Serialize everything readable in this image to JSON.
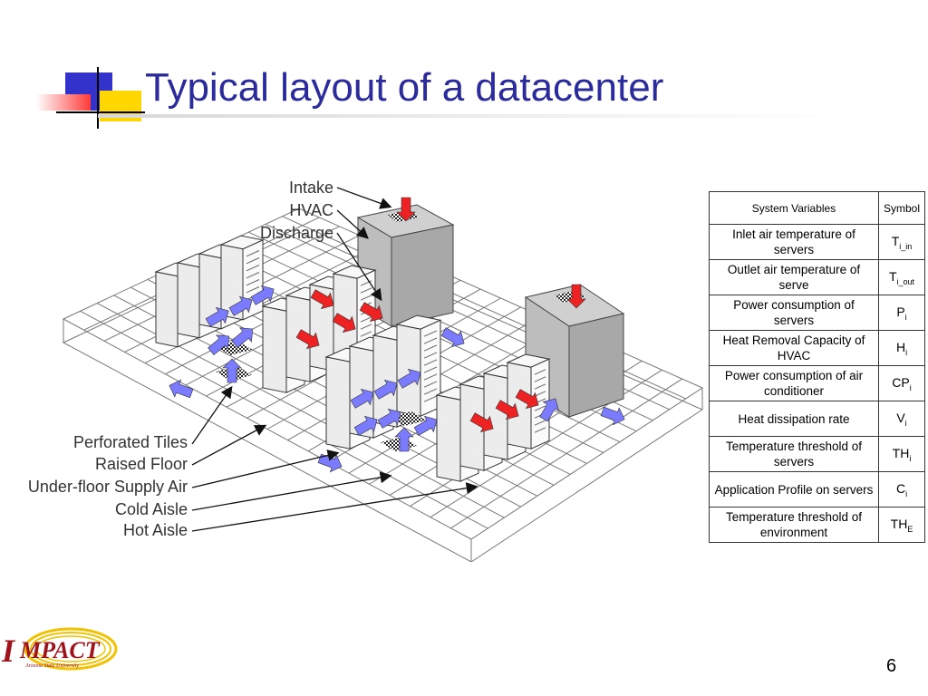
{
  "slide": {
    "title": "Typical layout of a datacenter",
    "page_number": "6"
  },
  "diagram": {
    "labels": {
      "intake": "Intake",
      "hvac": "HVAC",
      "discharge": "Discharge",
      "perforated_tiles": "Perforated Tiles",
      "raised_floor": "Raised Floor",
      "underfloor_supply_air": "Under-floor Supply Air",
      "cold_aisle": "Cold Aisle",
      "hot_aisle": "Hot Aisle"
    },
    "colors": {
      "cool_air": "#7b7bff",
      "hot_air": "#ee2222",
      "hvac_unit": "#b3b3b3",
      "rack": "#f4f4f4"
    }
  },
  "table": {
    "headers": [
      "System Variables",
      "Symbol"
    ],
    "rows": [
      {
        "variable": "Inlet air temperature of servers",
        "symbol": "T",
        "sub": "i_in"
      },
      {
        "variable": "Outlet air temperature of serve",
        "symbol": "T",
        "sub": "i_out"
      },
      {
        "variable": "Power consumption of servers",
        "symbol": "P",
        "sub": "i"
      },
      {
        "variable": "Heat Removal Capacity of HVAC",
        "symbol": "H",
        "sub": "i"
      },
      {
        "variable": "Power consumption of air conditioner",
        "symbol": "CP",
        "sub": "i"
      },
      {
        "variable": "Heat dissipation rate",
        "symbol": "V",
        "sub": "i"
      },
      {
        "variable": "Temperature threshold of servers",
        "symbol": "TH",
        "sub": "i"
      },
      {
        "variable": "Application Profile on servers",
        "symbol": "C",
        "sub": "i"
      },
      {
        "variable": "Temperature threshold of environment",
        "symbol": "TH",
        "sub": "E"
      }
    ]
  },
  "logo": {
    "text": "IMPACT",
    "subtext": "Arizona State University"
  },
  "decor_colors": {
    "accent_blue": "#3333cc",
    "accent_yellow": "#ffd700",
    "accent_red": "#ff3b3b",
    "title_color": "#2b2b9e",
    "logo_red": "#a0131b",
    "logo_gold": "#f2c200"
  }
}
